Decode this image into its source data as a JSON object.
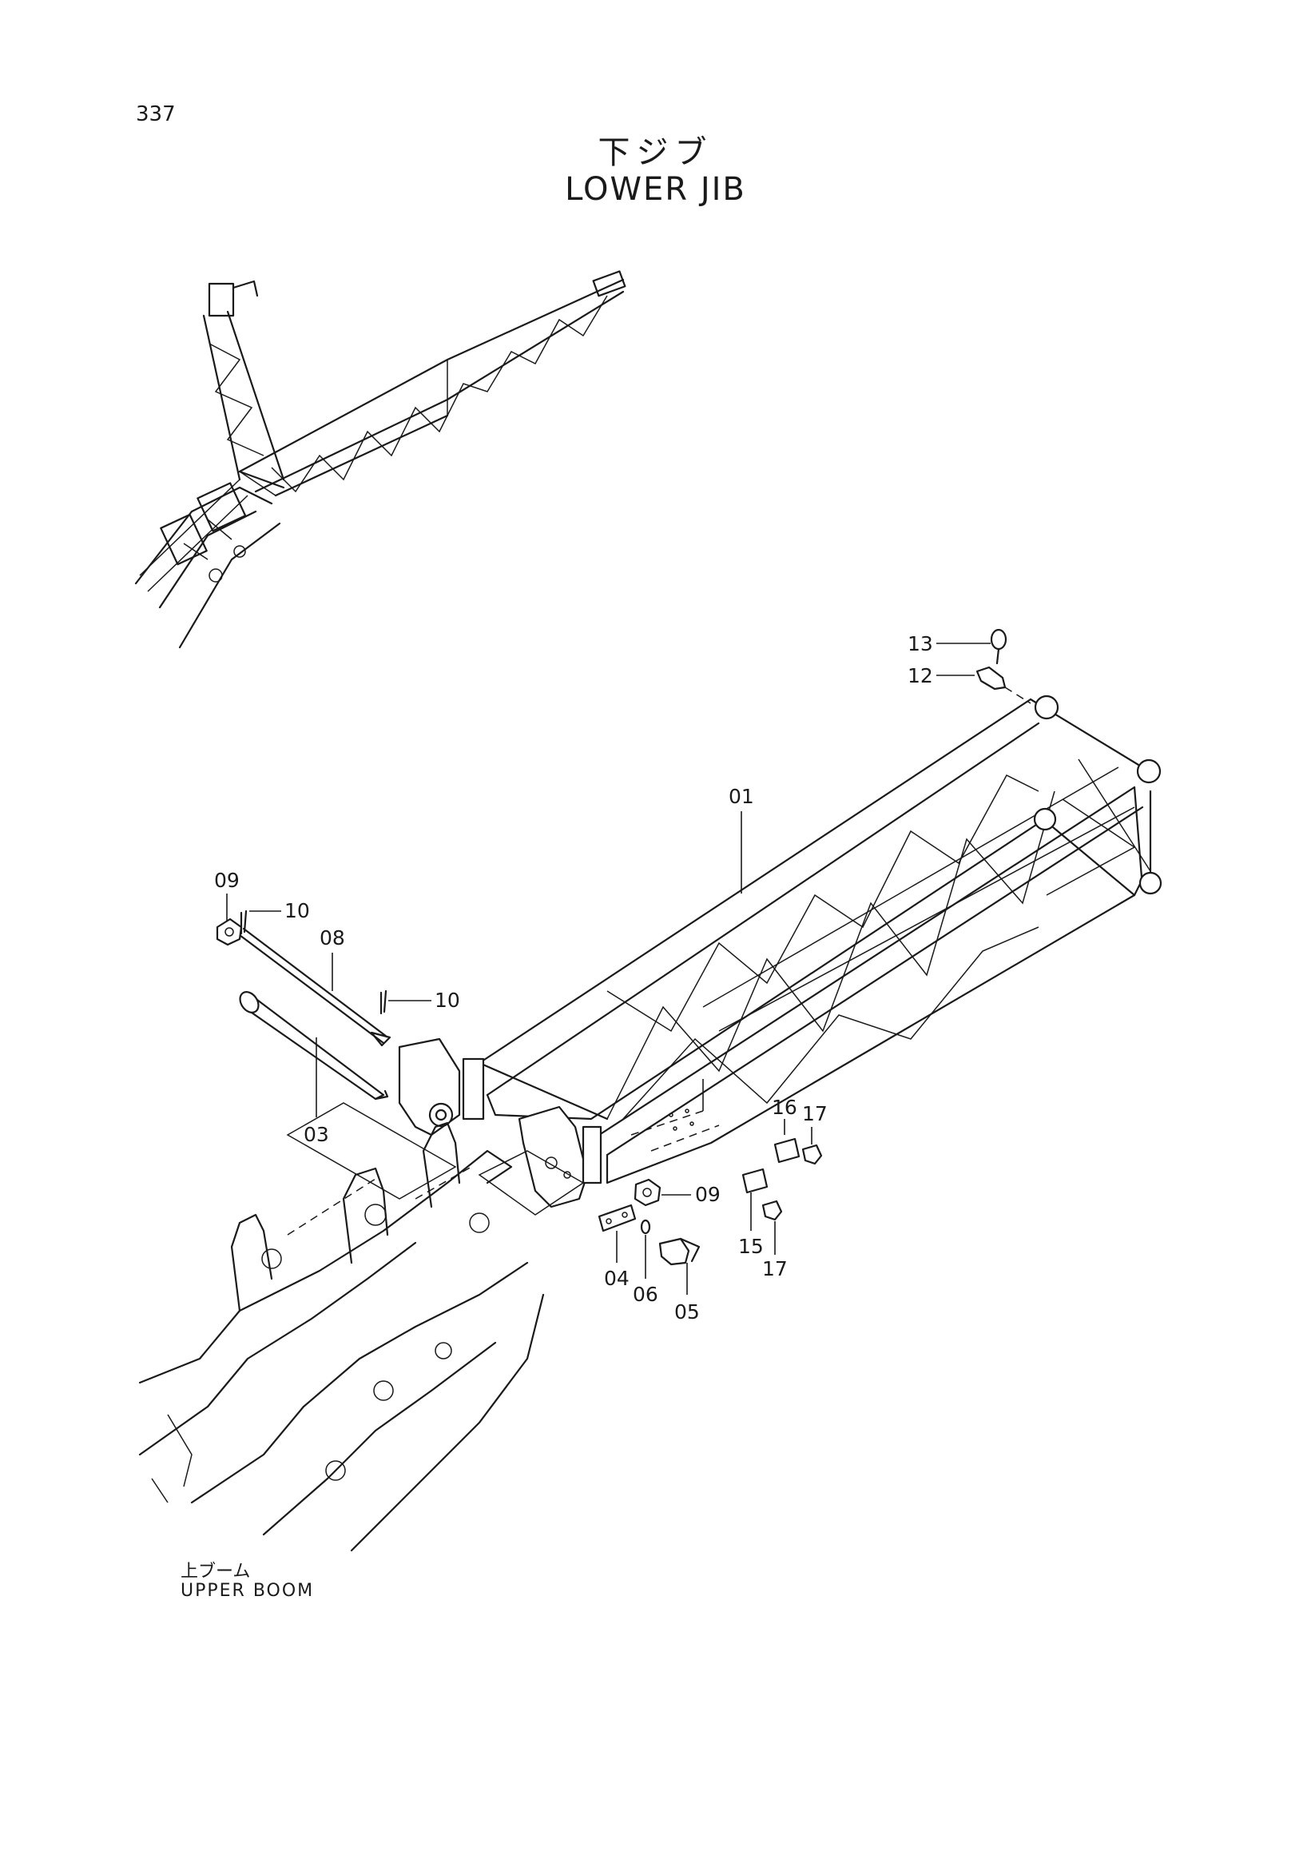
{
  "page": {
    "number": "337"
  },
  "title": {
    "jp": "下ジブ",
    "en": "LOWER JIB"
  },
  "label": {
    "jp": "上ブーム",
    "en": "UPPER BOOM"
  },
  "callouts": {
    "p01": "01",
    "p03": "03",
    "p04": "04",
    "p05": "05",
    "p06": "06",
    "p08": "08",
    "p09a": "09",
    "p09b": "09",
    "p10a": "10",
    "p10b": "10",
    "p12": "12",
    "p13": "13",
    "p15": "15",
    "p16": "16",
    "p17a": "17",
    "p17b": "17"
  }
}
